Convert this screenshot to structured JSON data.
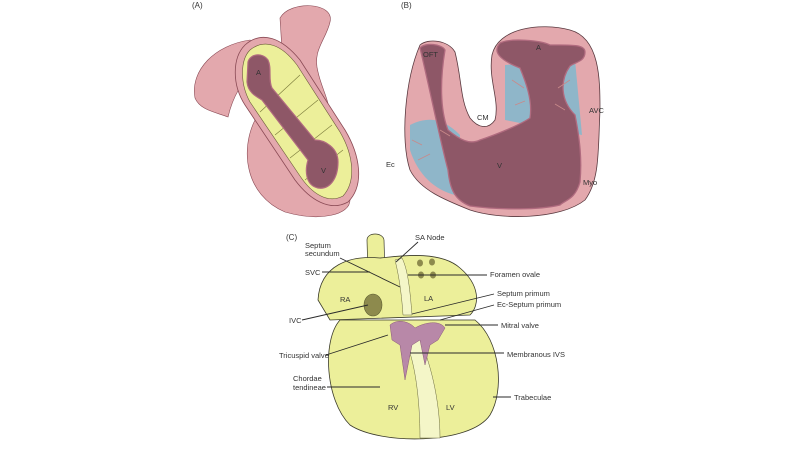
{
  "colors": {
    "pink_tissue": "#e3a8ad",
    "pink_outline": "#8a4a55",
    "cavity_purple": "#8e5767",
    "cavity_edge": "#b06b7f",
    "yellow": "#ecef9a",
    "yellow_light": "#f4f6c8",
    "blue_jelly": "#8fb6c9",
    "valve_mauve": "#b888a8",
    "olive": "#8d8a4d"
  },
  "panels": {
    "A": {
      "label": "(A)",
      "labels": {
        "atrium": "A",
        "ventricle": "V"
      }
    },
    "B": {
      "label": "(B)",
      "labels": {
        "oft": "OFT",
        "atrium": "A",
        "cm": "CM",
        "avc": "AVC",
        "ventricle": "V",
        "ec": "Ec",
        "myo": "Myo"
      }
    },
    "C": {
      "label": "(C)",
      "chambers": {
        "ra": "RA",
        "la": "LA",
        "rv": "RV",
        "lv": "LV"
      },
      "left_labels": {
        "septum_secundum_1": "Septum",
        "septum_secundum_2": "secundum",
        "svc": "SVC",
        "ivc": "IVC",
        "tricuspid": "Tricuspid valve",
        "chordae_1": "Chordae",
        "chordae_2": "tendineae"
      },
      "right_labels": {
        "sa_node": "SA Node",
        "foramen_ovale": "Foramen ovale",
        "septum_primum": "Septum primum",
        "ec_septum_primum": "Ec-Septum primum",
        "mitral": "Mitral valve",
        "membranous_ivs": "Membranous IVS",
        "trabeculae": "Trabeculae"
      }
    }
  }
}
